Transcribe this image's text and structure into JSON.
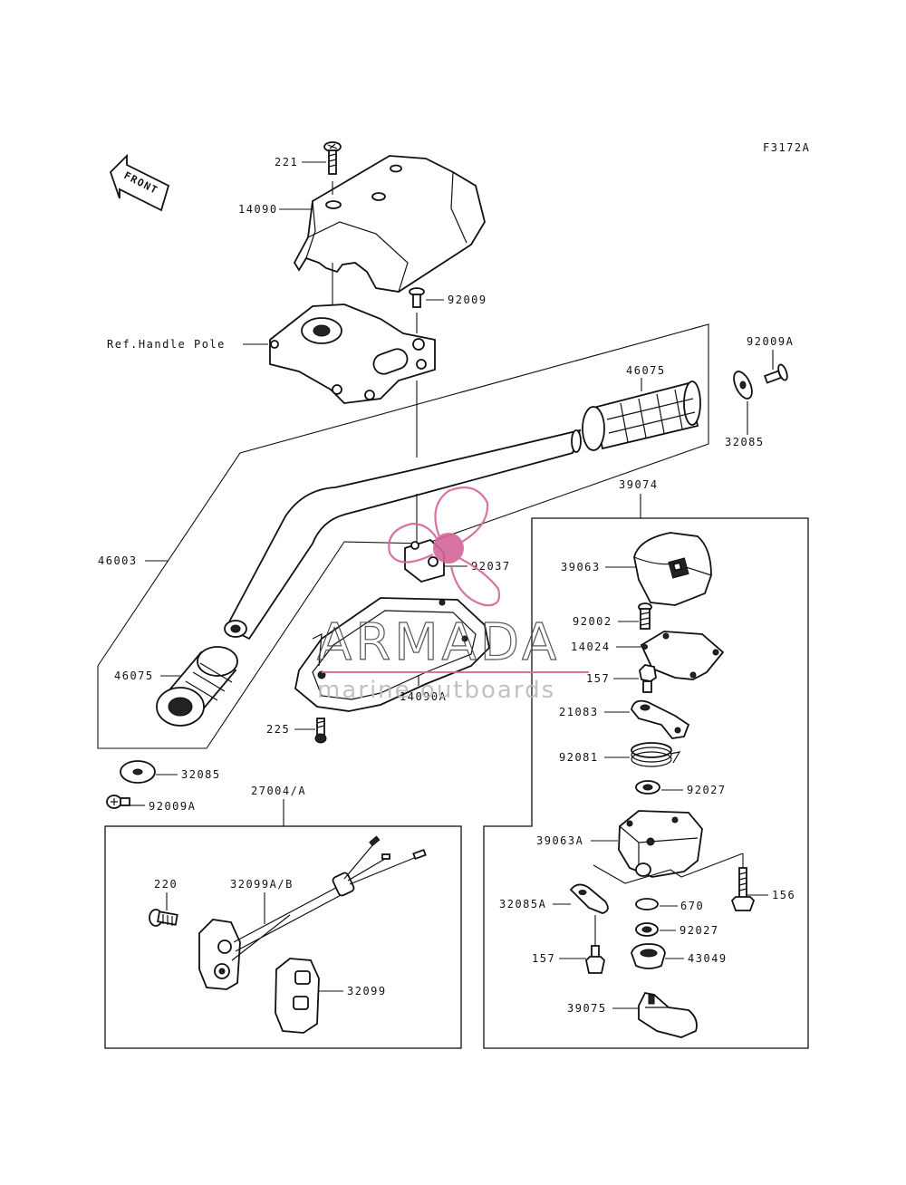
{
  "figure_code": "F3172A",
  "front_arrow_text": "FRONT",
  "labels": {
    "p221": "221",
    "p14090": "14090",
    "p92009_top": "92009",
    "ref_handle_pole": "Ref.Handle Pole",
    "p92009A_right": "92009A",
    "p46075_right": "46075",
    "p32085_right": "32085",
    "p39074": "39074",
    "p46003": "46003",
    "p92037": "92037",
    "p39063": "39063",
    "p92002": "92002",
    "p14024": "14024",
    "p157_top": "157",
    "p21083": "21083",
    "p92081": "92081",
    "p92027_top": "92027",
    "p39063A": "39063A",
    "p156": "156",
    "p32085A": "32085A",
    "p670": "670",
    "p92027_bottom": "92027",
    "p157_bottom": "157",
    "p43049": "43049",
    "p39075": "39075",
    "p46075_left": "46075",
    "p225": "225",
    "p14090A": "14090A",
    "p32085_left": "32085",
    "p92009A_left": "92009A",
    "p27004A": "27004/A",
    "p220": "220",
    "p32099AB": "32099A/B",
    "p32099": "32099"
  },
  "watermark": {
    "brand": "ARMADA",
    "tagline": "marine outboards",
    "color": "#d4669a"
  }
}
